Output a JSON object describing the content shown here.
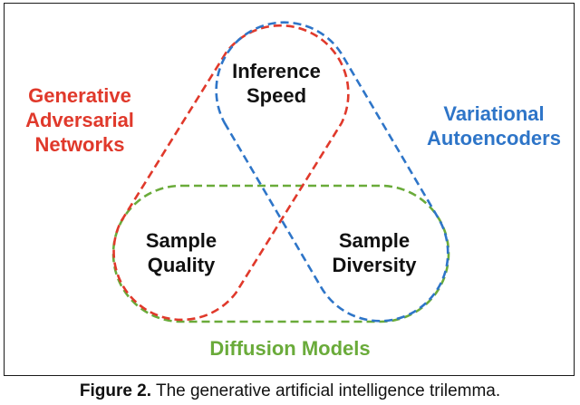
{
  "colors": {
    "gan": "#e0392b",
    "vae": "#2e75c8",
    "diffusion": "#6aab3a",
    "frame": "#1a1a1a",
    "text": "#111111"
  },
  "labels": {
    "gan": "Generative\nAdversarial\nNetworks",
    "vae": "Variational\nAutoencoders",
    "diffusion": "Diffusion Models"
  },
  "nodes": {
    "inference_speed": "Inference\nSpeed",
    "sample_quality": "Sample\nQuality",
    "sample_diversity": "Sample\nDiversity"
  },
  "caption": {
    "prefix": "Figure 2.",
    "text": " The generative artificial intelligence trilemma."
  }
}
